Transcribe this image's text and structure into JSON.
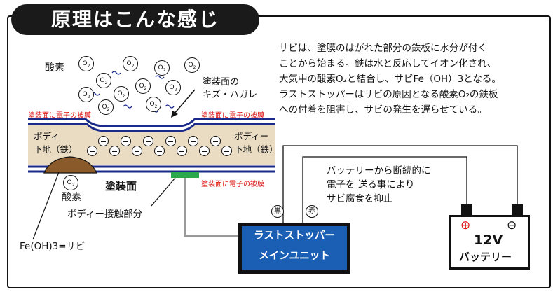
{
  "title": "原理はこんな感じ",
  "description": [
    "サビは、塗膜のはがれた部分の鉄板に水分が付く",
    "ことから始まる。鉄は水と反応してイオン化され、",
    "大気中の酸素O₂と結合し、サビFe（OH）3となる。",
    "ラストストッパーはサビの原因となる酸素O₂の鉄板",
    "への付着を阻害し、サビの発生を遅らせている。"
  ],
  "labels": {
    "oxygen_top": "酸素",
    "oxygen_bottom": "酸素",
    "o2": "O",
    "o2_sub": "2",
    "scratch": [
      "塗装面の",
      "キズ・ハガレ"
    ],
    "coating_electron_top_left": "塗装面に電子の被膜",
    "coating_electron_top_right": "塗装面に電子の被膜",
    "coating_electron_bottom": "塗装面に電子の被膜",
    "body_left": [
      "ボディ",
      "下地（鉄）"
    ],
    "body_right": [
      "ボディー",
      "下地（鉄）"
    ],
    "paint_surface": "塗装面",
    "body_contact": "ボディー接触部分",
    "rust": "Fe(OH)3=サビ",
    "battery_note": [
      "バッテリーから断続的に",
      "電子を 送る事により",
      "サビ腐食を抑止"
    ],
    "black_wire": "黒",
    "red_wire": "赤",
    "unit": [
      "ラストストッパー",
      "メインユニット"
    ],
    "battery_voltage": "12V",
    "battery_name": "バッテリー",
    "plus": "⊕",
    "minus": "⊖"
  },
  "colors": {
    "title_bg": "#1a1a1a",
    "body_fill": "#e9dcc3",
    "coating_line": "#1a2a8a",
    "rust": "#8b5a2b",
    "unit_fill": "#1a5fb4",
    "contact_pad": "#2aa84a",
    "warning_red": "#d11111"
  }
}
